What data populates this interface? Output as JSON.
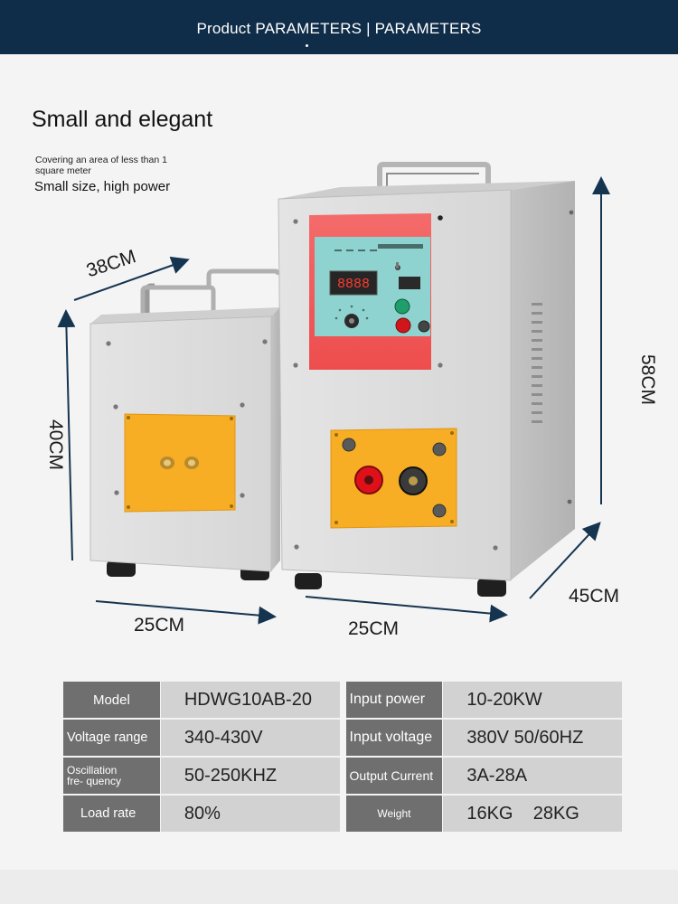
{
  "header": {
    "title": "Product PARAMETERS | PARAMETERS"
  },
  "intro": {
    "heading": "Small and elegant",
    "note": "Covering an area of less than 1 square meter",
    "subheading": "Small size, high power"
  },
  "dimensions": {
    "small_depth": "38CM",
    "small_height": "40CM",
    "small_width": "25CM",
    "large_width": "25CM",
    "large_depth": "45CM",
    "large_height": "58CM"
  },
  "panel": {
    "display_digits": "8888"
  },
  "colors": {
    "header": "#0f2c48",
    "cabinet": "#d9d9d9",
    "panel_red": "#f05a5a",
    "panel_teal": "#8fd3d0",
    "port_orange": "#f7ad24",
    "arrow": "#15344f"
  },
  "specs": [
    {
      "l1": "Model",
      "v1": "HDWG10AB-20",
      "l2": "Input power",
      "v2": "10-20KW"
    },
    {
      "l1": "Voltage range",
      "v1": "340-430V",
      "l2": "Input voltage",
      "v2": "380V 50/60HZ"
    },
    {
      "l1": "Oscillation fre- quency",
      "v1": "50-250KHZ",
      "l2": "Output Current",
      "v2": "3A-28A"
    },
    {
      "l1": "Load rate",
      "v1": "80%",
      "l2": "Weight",
      "v2": "16KG    28KG"
    }
  ]
}
